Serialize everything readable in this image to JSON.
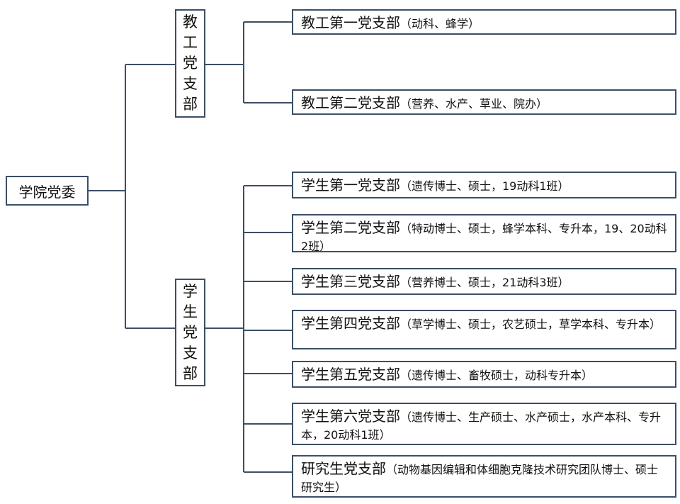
{
  "root": {
    "label": "学院党委"
  },
  "groups": [
    {
      "chars": [
        "教",
        "工",
        "党",
        "支",
        "部"
      ],
      "branches": [
        {
          "name": "教工第一党支部",
          "detail": "（动科、蜂学）"
        },
        {
          "name": "教工第二党支部",
          "detail": "（营养、水产、草业、院办）"
        }
      ]
    },
    {
      "chars": [
        "学",
        "生",
        "党",
        "支",
        "部"
      ],
      "branches": [
        {
          "name": "学生第一党支部",
          "detail": "（遗传博士、硕士，19动科1班）"
        },
        {
          "name": "学生第二党支部",
          "detail": "（特动博士、硕士，蜂学本科、专升本，19、20动科2班）"
        },
        {
          "name": "学生第三党支部",
          "detail": "（营养博士、硕士，21动科3班）"
        },
        {
          "name": "学生第四党支部",
          "detail": "（草学博士、硕士，农艺硕士，草学本科、专升本）"
        },
        {
          "name": "学生第五党支部",
          "detail": "（遗传博士、畜牧硕士，动科专升本）"
        },
        {
          "name": "学生第六党支部",
          "detail": "（遗传博士、生产硕士、水产硕士，水产本科、专升本，20动科1班）"
        },
        {
          "name": "研究生党支部",
          "detail": "（动物基因编辑和体细胞克隆技术研究团队博士、硕士研究生）"
        }
      ]
    }
  ]
}
